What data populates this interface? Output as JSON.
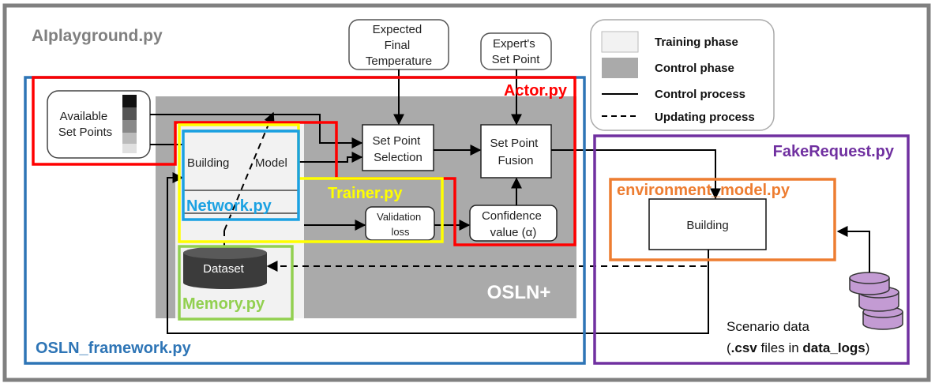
{
  "outer": {
    "title": "AIplayground.py"
  },
  "inputs": {
    "expected_temp": [
      "Expected",
      "Final",
      "Temperature"
    ],
    "expert_set_point": [
      "Expert's",
      "Set Point"
    ]
  },
  "legend": {
    "training": "Training phase",
    "control": "Control phase",
    "control_process": "Control process",
    "updating_process": "Updating process"
  },
  "blocks": {
    "available_set_points": [
      "Available",
      "Set Points"
    ],
    "building_model": [
      "Building",
      "Model"
    ],
    "set_point_selection": [
      "Set Point",
      "Selection"
    ],
    "set_point_fusion": [
      "Set Point",
      "Fusion"
    ],
    "validation_loss": [
      "Validation",
      "loss"
    ],
    "confidence_value": [
      "Confidence",
      "value (α)"
    ],
    "dataset": "Dataset",
    "building": "Building",
    "oslnplus": "OSLN+"
  },
  "modules": {
    "actor": "Actor.py",
    "network": "Network.py",
    "trainer": "Trainer.py",
    "memory": "Memory.py",
    "fake_request": "FakeRequest.py",
    "environment_model": "environment_model.py",
    "osln_framework": "OSLN_framework.py"
  },
  "scenario": {
    "line1": "Scenario data",
    "line2_open": "(",
    "line2_csv": ".csv",
    "line2_mid": " files in ",
    "line2_dir": "data_logs",
    "line2_close": ")"
  },
  "colors": {
    "frame_gray": "#808080",
    "phase_gray": "#aaaaaa",
    "training_fill": "#f2f2f2",
    "actor_red": "#ff0000",
    "network_cyan": "#1ba1e2",
    "trainer_yellow": "#ffff00",
    "memory_green": "#92d050",
    "fake_request_purple": "#7030a0",
    "env_orange": "#ed7d31",
    "osln_blue": "#2e75b6",
    "cylinder_purple": "#c39bd3"
  }
}
